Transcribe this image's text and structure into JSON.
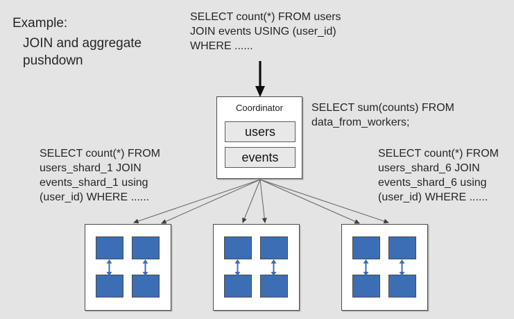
{
  "heading": {
    "title": "Example:",
    "body": "JOIN and aggregate\npushdown"
  },
  "queries": {
    "top": "SELECT count(*) FROM users\nJOIN events USING (user_id)\nWHERE ......",
    "coordinator_aggregate": "SELECT sum(counts) FROM\ndata_from_workers;",
    "worker_left": "SELECT count(*) FROM\nusers_shard_1 JOIN\nevents_shard_1 using\n(user_id) WHERE ......",
    "worker_right": "SELECT count(*) FROM\nusers_shard_6 JOIN\nevents_shard_6 using\n(user_id) WHERE ......"
  },
  "coordinator": {
    "label": "Coordinator",
    "tables": [
      {
        "name": "users"
      },
      {
        "name": "events"
      }
    ]
  },
  "workers": [
    {
      "id": "worker-1",
      "shards": 4
    },
    {
      "id": "worker-2",
      "shards": 4
    },
    {
      "id": "worker-3",
      "shards": 4
    }
  ],
  "colors": {
    "background": "#e4e4e4",
    "node_fill": "#ffffff",
    "node_border": "#4a4a4a",
    "shard_blue": "#3b6eb4",
    "table_fill": "#e8e8e8",
    "text": "#262626",
    "arrow_dark": "#3f3f3f",
    "arrow_black": "#0d0d0d"
  }
}
